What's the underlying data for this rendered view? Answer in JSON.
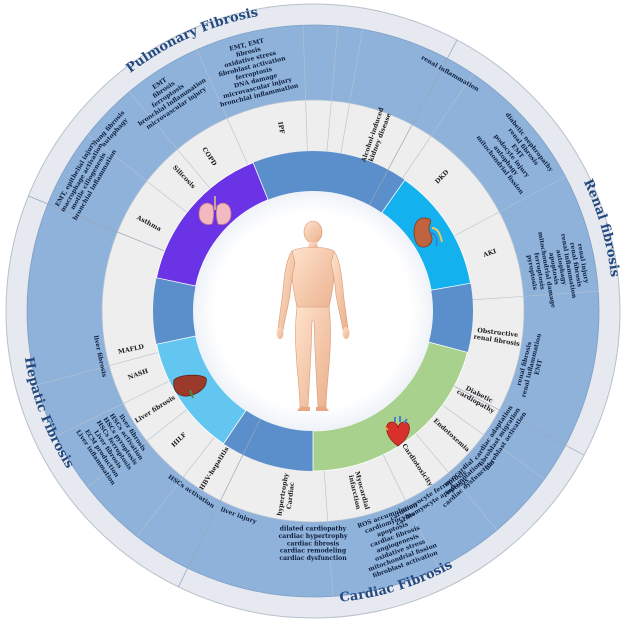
{
  "colors": {
    "outer_ring": "#e6e9ef",
    "category_band": "#8fb2db",
    "disease_ring": "#eeeeee",
    "organ_ring": "#5a8fcb",
    "lung": "#6a33e6",
    "kidney": "#14b1ef",
    "heart": "#a9d18e",
    "liver": "#62c6f0",
    "center": "#ffffff"
  },
  "sections": [
    {
      "key": "renal",
      "title": "Renal fibrosis",
      "color": "#14b1ef",
      "icon": "kidney-icon",
      "diseases": [
        {
          "name": "Alcohol-induced kidney disease",
          "lines": [
            "Alcohol-induced",
            "kidney disease"
          ],
          "mechanisms": [
            "renal inflammation"
          ]
        },
        {
          "name": "DKD",
          "lines": [
            "DKD"
          ],
          "mechanisms": [
            "diabetic nephropathy",
            "renal fibrosis",
            "EMT",
            "podocyte injury",
            "autophagy",
            "mitochondrial fission"
          ]
        },
        {
          "name": "AKI",
          "lines": [
            "AKI"
          ],
          "mechanisms": [
            "renal injury",
            "renal fibrosis",
            "renal inflammation",
            "autophagy",
            "apoptosis",
            "mitochondrial damage",
            "ferroptosis",
            "pyroptosis"
          ]
        },
        {
          "name": "Obstructive renal fibrosis",
          "lines": [
            "Obstructive",
            "renal fibrosis"
          ],
          "mechanisms": [
            "renal fibrosis",
            "renal inflammation",
            "EMT"
          ]
        }
      ]
    },
    {
      "key": "cardiac",
      "title": "Cardiac Fibrosis",
      "color": "#a9d18e",
      "icon": "heart-icon",
      "diseases": [
        {
          "name": "Diabetic cardiopathy",
          "lines": [
            "Diabetic",
            "cardiopathy"
          ],
          "mechanisms": [
            "cardiac adaptation",
            "fibroblast migration",
            "fibroblast activation"
          ]
        },
        {
          "name": "Endotoxemia",
          "lines": [
            "Endotoxemia"
          ],
          "mechanisms": [
            "myocardial",
            "inflammation",
            "cardiac dysfunction"
          ]
        },
        {
          "name": "Cardiotoxicity",
          "lines": [
            "Cardiotoxicity"
          ],
          "mechanisms": [
            "cardiomyocyte ferroptosis",
            "cardiomyocyte apoptosis"
          ]
        },
        {
          "name": "Myocardial infarction",
          "lines": [
            "Myocardial",
            "infarction"
          ],
          "mechanisms": [
            "ROS accumulation",
            "cardiomyocytes",
            "apoptosis",
            "cardiac fibrosis",
            "angiogenesis",
            "oxidative stress",
            "mitochondrial fission",
            "fibroblast activation"
          ]
        },
        {
          "name": "Cardiac hypertrophy",
          "lines": [
            "Cardiac",
            "hypertrophy"
          ],
          "mechanisms": [
            "dilated cardiopathy",
            "cardiac hypertrophy",
            "cardiac fibrosis",
            "cardiac remodeling",
            "cardiac dysfunction"
          ]
        }
      ]
    },
    {
      "key": "hepatic",
      "title": "Hepatic Fibrosis",
      "color": "#62c6f0",
      "icon": "liver-icon",
      "diseases": [
        {
          "name": "HBV-hepatitis",
          "lines": [
            "HBV-hepatitis"
          ],
          "mechanisms": [
            "liver injury"
          ]
        },
        {
          "name": "HILF",
          "lines": [
            "HILF"
          ],
          "mechanisms": [
            "HSCs activation"
          ]
        },
        {
          "name": "Liver fibrosis",
          "lines": [
            "Liver fibrosis"
          ],
          "mechanisms": [
            "liver fibrosis",
            "HSCs activation",
            "HSCs pyroptosis",
            "HSCs ferroptosis",
            "Liver fibrosis",
            "ECM production",
            "Liver inflammation"
          ]
        },
        {
          "name": "NASH",
          "lines": [
            "NASH"
          ],
          "mechanisms": [
            "liver fibrosis"
          ]
        },
        {
          "name": "MAFLD",
          "lines": [
            "MAFLD"
          ],
          "mechanisms": []
        }
      ]
    },
    {
      "key": "pulmonary",
      "title": "Pulmonary Fibrosis",
      "color": "#6a33e6",
      "icon": "lung-icon",
      "diseases": [
        {
          "name": "Asthma",
          "lines": [
            "Asthma"
          ],
          "mechanisms": [
            "EMT, epithelial injury",
            "macrophage activation",
            "motile ciliogenesis",
            "bronchial inflammation"
          ]
        },
        {
          "name": "Silicosis",
          "lines": [
            "Silicosis"
          ],
          "mechanisms": [
            "lung fibrosis",
            "autophagy"
          ]
        },
        {
          "name": "COPD",
          "lines": [
            "COPD"
          ],
          "mechanisms": [
            "EMT",
            "fibrosis",
            "ferroptosis",
            "bronchial inflammation",
            "microvascular injury"
          ]
        },
        {
          "name": "IPF",
          "lines": [
            "IPF"
          ],
          "mechanisms": [
            "EMT, EMT",
            "fibrosis",
            "oxidative stress",
            "fibroblast activation",
            "ferroptosis",
            "DNA damage",
            "microvascular injury",
            "bronchial inflammation"
          ]
        }
      ]
    }
  ]
}
